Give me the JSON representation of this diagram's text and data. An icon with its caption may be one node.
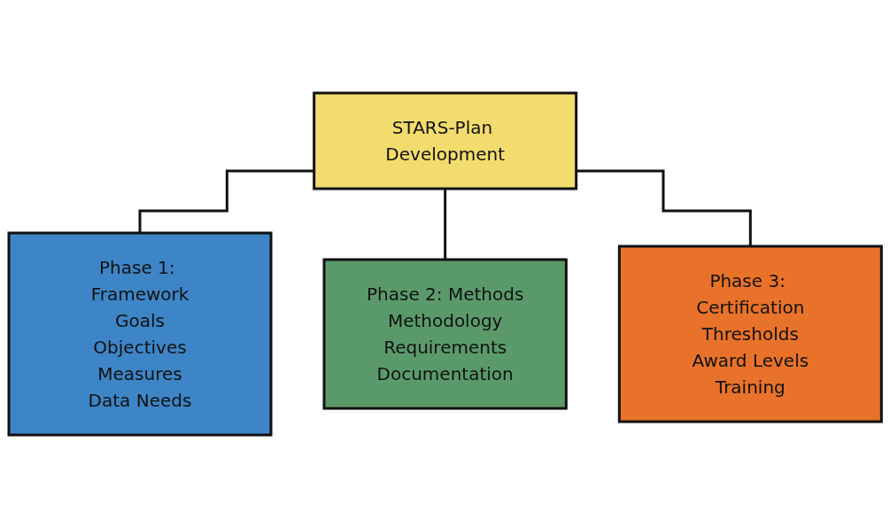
{
  "diagram": {
    "nodes": [
      {
        "text": [
          "STARS-Plan Development"
        ]
      },
      {
        "text": [
          "Phase 1: Framework",
          "Goals",
          "Objectives",
          "Measures",
          "Data Needs"
        ]
      },
      {
        "text": [
          "Phase 2: Methods",
          "Methodology",
          "Requirements",
          "Documentation"
        ]
      },
      {
        "text": [
          "Phase 3: Certification",
          "Thresholds",
          "Award Levels",
          "Training"
        ]
      }
    ],
    "edges": [
      {
        "from": 0,
        "to": 1,
        "arrow": "none"
      },
      {
        "from": 0,
        "to": 2,
        "arrow": "none"
      },
      {
        "from": 0,
        "to": 3,
        "arrow": "none"
      }
    ]
  }
}
